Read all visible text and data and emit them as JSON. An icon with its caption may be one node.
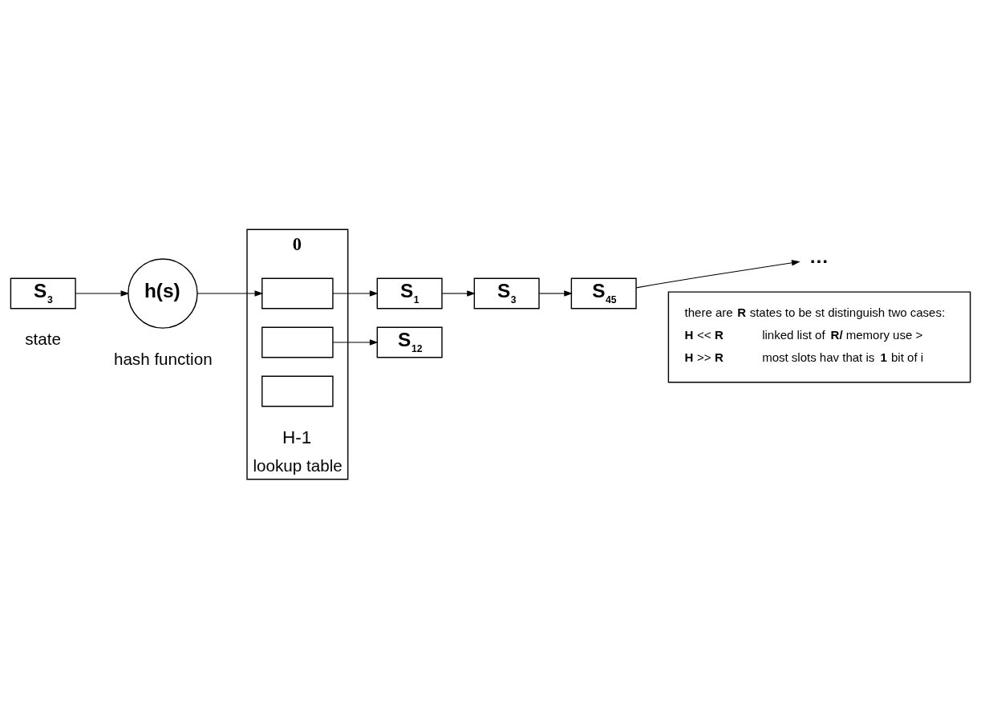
{
  "diagram": {
    "nodes": [
      {
        "text": [
          "S$_{3}$"
        ],
        "beside": [
          "state"
        ]
      },
      {
        "text": [
          "h(s)"
        ],
        "beside": [
          "hash function"
        ]
      },
      {
        "text": [
          "lookup table"
        ]
      },
      {
        "text": [],
        "shape": "box",
        "in": 2
      },
      {
        "text": [],
        "shape": "box",
        "in": 2
      },
      {
        "text": [],
        "shape": "box",
        "in": 2
      },
      {
        "text": [
          "S$_{1}$"
        ]
      },
      {
        "text": [
          "S$_{3}$"
        ]
      },
      {
        "text": [
          "S$_{45}$"
        ]
      },
      {
        "text": [
          "…"
        ]
      },
      {
        "text": [
          "S$_{12}$"
        ]
      },
      {
        "text": [
          "there are **R** states to be st distinguish two cases:",
          "**H** << **R**",
          "linked list of **R/** memory use >",
          "**H** >> **R**",
          "most slots hav that is **1** bit of i"
        ]
      }
    ],
    "edges": [
      {
        "from": 0,
        "to": 1,
        "arrow": "to"
      },
      {
        "from": 1,
        "to": 3,
        "arrow": "to"
      },
      {
        "from": 3,
        "to": 6,
        "arrow": "to"
      },
      {
        "from": 6,
        "to": 7,
        "arrow": "to"
      },
      {
        "from": 7,
        "to": 8,
        "arrow": "to"
      },
      {
        "from": 8,
        "to": 9,
        "arrow": "to"
      },
      {
        "from": 4,
        "to": 10,
        "arrow": "to"
      }
    ],
    "labels": [
      "0",
      "H-1"
    ]
  }
}
